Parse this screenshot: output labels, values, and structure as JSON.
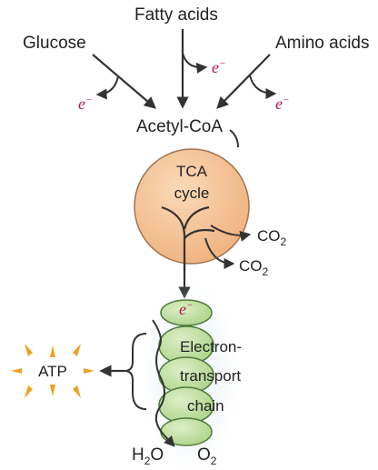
{
  "inputs": {
    "fatty_acids": "Fatty acids",
    "glucose": "Glucose",
    "amino_acids": "Amino acids"
  },
  "electron": {
    "base": "e",
    "charge": "−"
  },
  "acetyl_coa": "Acetyl-CoA",
  "tca": {
    "line1": "TCA",
    "line2": "cycle"
  },
  "co2": {
    "base": "CO",
    "sub": "2"
  },
  "etc": {
    "line1": "Electron-",
    "line2": "transport",
    "line3": "chain"
  },
  "atp": "ATP",
  "products": {
    "water_base": "H",
    "water_sub": "2",
    "water_end": "O",
    "oxygen_base": "O",
    "oxygen_sub": "2"
  },
  "colors": {
    "electron": "#b5164f",
    "tca_fill": "#f6c79b",
    "tca_stroke": "#a07550",
    "etc_fill": "#c5e4a6",
    "etc_stroke": "#4f7a3a",
    "burst": "#f0a020",
    "line": "#333333"
  }
}
